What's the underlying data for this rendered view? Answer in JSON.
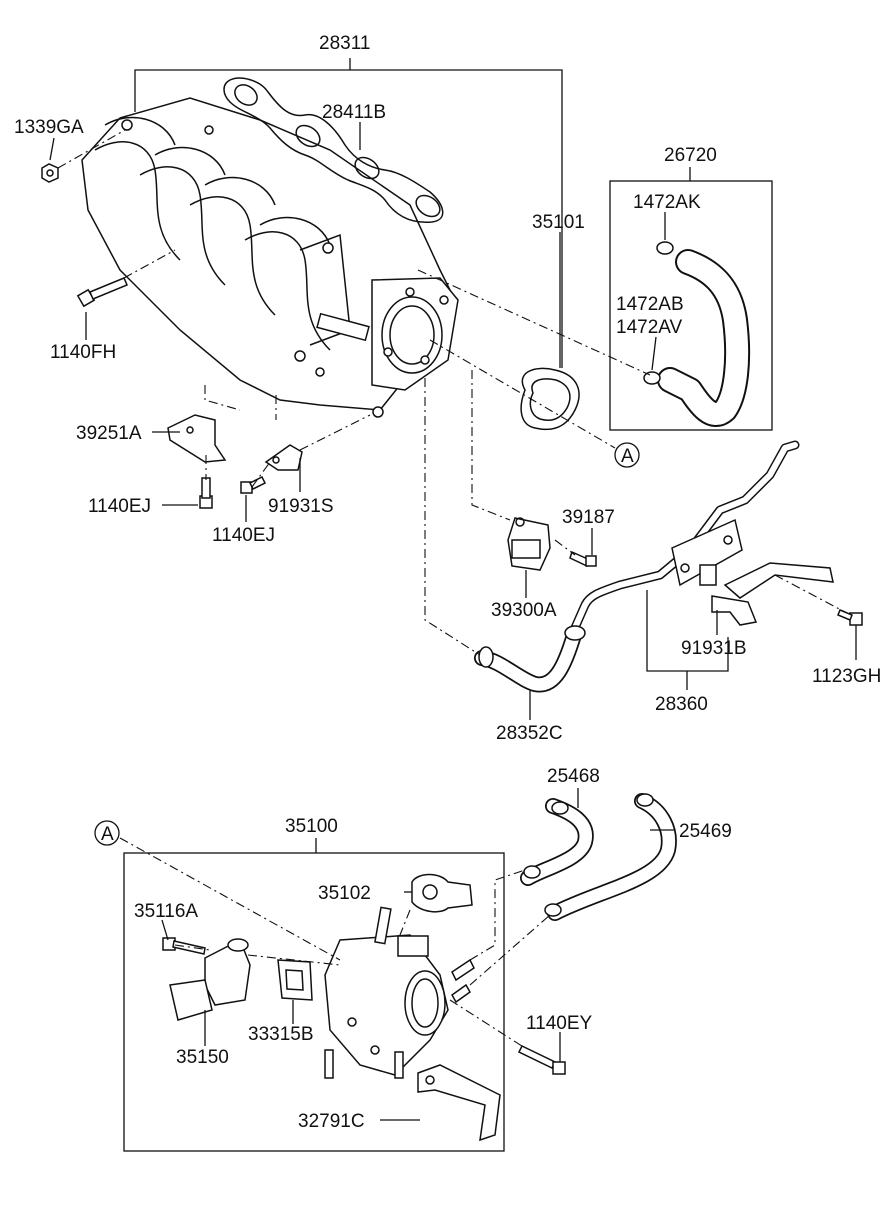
{
  "labels": {
    "p28311": "28311",
    "p28411b": "28411B",
    "p1339ga": "1339GA",
    "p26720": "26720",
    "p1472ak": "1472AK",
    "p35101": "35101",
    "p1140fh": "1140FH",
    "p1472ab": "1472AB",
    "p1472av": "1472AV",
    "p39251a": "39251A",
    "ref_a_upper": "A",
    "p39187": "39187",
    "p1140ej_left": "1140EJ",
    "p91931s": "91931S",
    "p1140ej_right": "1140EJ",
    "p39300a": "39300A",
    "p91931b": "91931B",
    "p1123gh": "1123GH",
    "p28360": "28360",
    "p28352c": "28352C",
    "p25468": "25468",
    "p25469": "25469",
    "p35100": "35100",
    "ref_a_lower": "A",
    "p35102": "35102",
    "p35116a": "35116A",
    "p1140ey": "1140EY",
    "p33315b": "33315B",
    "p35150": "35150",
    "p32791c": "32791C"
  }
}
